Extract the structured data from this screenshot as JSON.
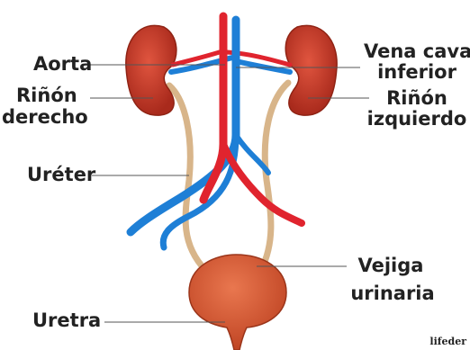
{
  "diagram": {
    "labels": {
      "aorta": "Aorta",
      "rinon_derecho_1": "Riñón",
      "rinon_derecho_2": "derecho",
      "ureter": "Uréter",
      "uretra": "Uretra",
      "vena_cava_1": "Vena cava",
      "vena_cava_2": "inferior",
      "rinon_izquierdo_1": "Riñón",
      "rinon_izquierdo_2": "izquierdo",
      "vejiga_1": "Vejiga",
      "vejiga_2": "urinaria"
    },
    "watermark": "lifeder",
    "colors": {
      "kidney": "#c0392b",
      "artery": "#e0242e",
      "vein": "#1e7fd6",
      "ureter": "#d8b58a",
      "bladder": "#d4583a",
      "leader_line": "#555555"
    }
  }
}
